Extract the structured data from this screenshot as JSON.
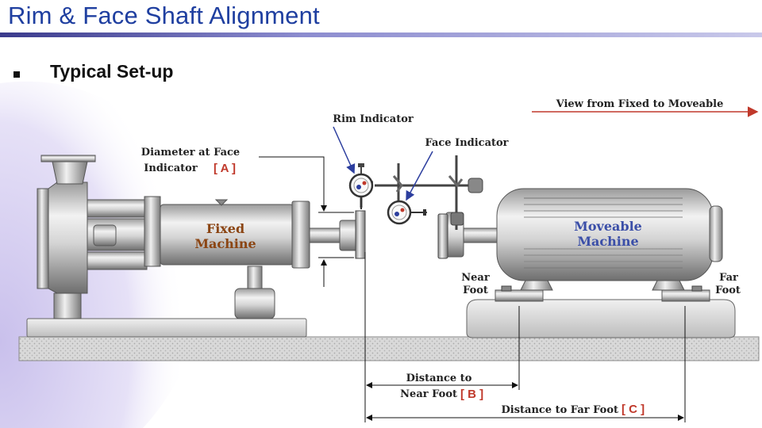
{
  "slide": {
    "title": "Rim & Face Shaft Alignment",
    "subtitle": "Typical Set-up"
  },
  "labels": {
    "view_direction": "View from Fixed to Moveable",
    "rim_indicator": "Rim Indicator",
    "face_indicator": "Face Indicator",
    "diameter_line1": "Diameter at Face",
    "diameter_line2": "Indicator",
    "diameter_bracket": "[ A ]",
    "fixed_machine_1": "Fixed",
    "fixed_machine_2": "Machine",
    "moveable_machine_1": "Moveable",
    "moveable_machine_2": "Machine",
    "near_foot_1": "Near",
    "near_foot_2": "Foot",
    "far_foot_1": "Far",
    "far_foot_2": "Foot",
    "dist_near_1": "Distance to",
    "dist_near_2": "Near Foot",
    "dist_near_bracket": "[ B ]",
    "dist_far": "Distance to Far Foot",
    "dist_far_bracket": "[ C ]"
  },
  "colors": {
    "title": "#1f3fa0",
    "arrow_blue": "#2c3e9e",
    "bracket_red": "#c0392b",
    "machine_text": "#8b4513",
    "moveable_text": "#3b4fa8",
    "view_arrow": "#c0392b"
  }
}
